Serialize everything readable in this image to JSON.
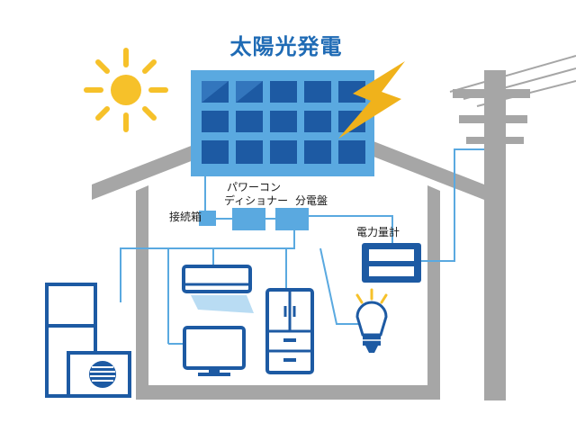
{
  "title": "太陽光発電",
  "labels": {
    "junction_box": "接続箱",
    "power_conditioner_line1": "パワーコン",
    "power_conditioner_line2": "ディショナー",
    "distribution_board": "分電盤",
    "power_meter": "電力量計"
  },
  "icons": [
    "sun-icon",
    "lightning-icon",
    "solar-panel-icon",
    "utility-pole-icon",
    "water-heater-icon",
    "air-conditioner-icon",
    "television-icon",
    "refrigerator-icon",
    "light-bulb-icon",
    "power-meter-icon"
  ],
  "colors": {
    "house": "#a6a6a6",
    "panel": "#5aa9e0",
    "cell": "#1d5aa3",
    "wire": "#5aa9e0",
    "appliance": "#1d5aa3",
    "sun": "#f6c12a",
    "bolt": "#f0b21b",
    "title": "#1f6bb5"
  }
}
